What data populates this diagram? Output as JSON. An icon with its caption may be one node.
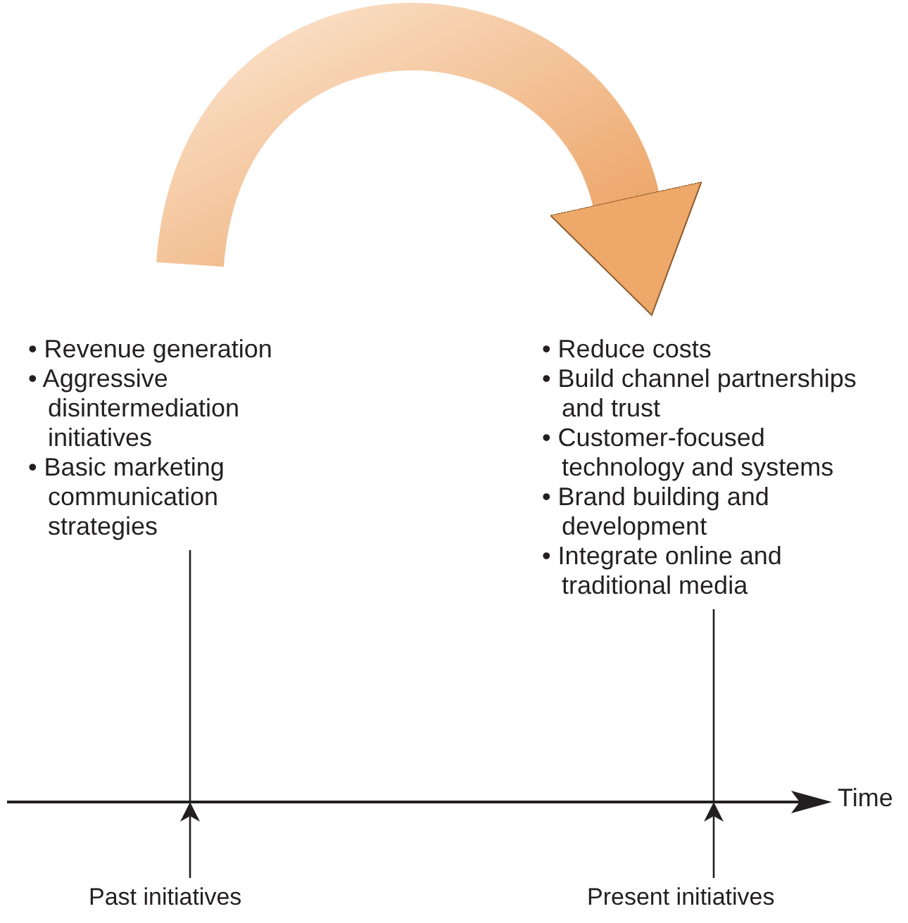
{
  "diagram": {
    "nodes": [
      {
        "text": [
          "• Revenue generation",
          "• Aggressive disintermediation initiatives",
          "• Basic marketing communication strategies"
        ]
      },
      {
        "text": [
          "• Reduce costs",
          "• Build channel partnerships and trust",
          "• Customer-focused technology and systems",
          "• Brand building and development",
          "• Integrate online and traditional media"
        ]
      },
      {
        "text": [
          "Past initiatives"
        ]
      },
      {
        "text": [
          "Present initiatives"
        ]
      },
      {
        "text": [],
        "shape": "line",
        "beside": [
          "Time"
        ]
      }
    ],
    "edges": [
      {
        "from": 0,
        "to": 1,
        "arrow": "to"
      },
      {
        "from": 0,
        "to": 4,
        "arrow": "none"
      },
      {
        "from": 1,
        "to": 4,
        "arrow": "none"
      },
      {
        "from": 2,
        "to": 4,
        "arrow": "to"
      },
      {
        "from": 3,
        "to": 4,
        "arrow": "to"
      }
    ]
  }
}
